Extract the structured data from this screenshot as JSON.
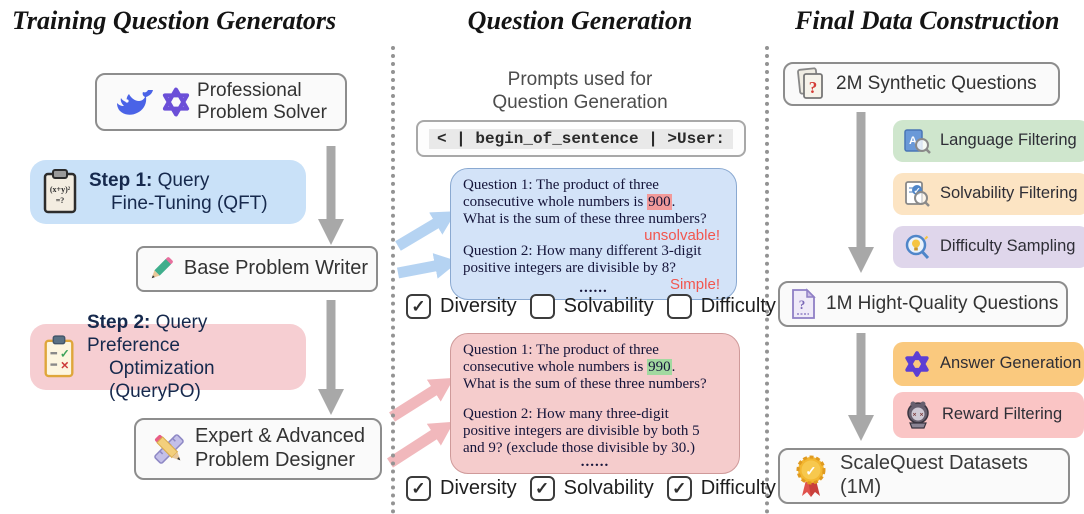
{
  "left": {
    "title": "Training Question Generators",
    "solver_box": {
      "icon1": "deepseek-whale-icon",
      "icon2": "qwen-logo-icon",
      "line1": "Professional",
      "line2": "Problem Solver"
    },
    "step1": {
      "icon": "clipboard-formula-icon",
      "bold": "Step 1:",
      "rest": " Query",
      "line2": "Fine-Tuning (QFT)",
      "bg": "#c9e1f8"
    },
    "writer_box": {
      "icon": "pencil-icon",
      "label": "Base Problem Writer"
    },
    "step2": {
      "icon": "clipboard-checklist-icon",
      "bold": "Step 2:",
      "rest": " Query Preference",
      "line2": "Optimization (QueryPO)",
      "bg": "#f6ced2"
    },
    "designer_box": {
      "icon": "ruler-pencil-icon",
      "line1": "Expert & Advanced",
      "line2": "Problem Designer"
    }
  },
  "middle": {
    "title": "Question Generation",
    "caption_line1": "Prompts used for",
    "caption_line2": "Question Generation",
    "prompt_code": "< | begin_of_sentence | >User:",
    "blue_card": {
      "bg": "#d3e3f8",
      "l1": "Question 1: The product of three",
      "l2a": "consecutive whole numbers is ",
      "l2_highlight": "900",
      "l2b": ".",
      "l3": "What is the sum of these three numbers?",
      "tag1": "unsolvable!",
      "l4": "Question 2: How many different 3-digit",
      "l5": "positive integers are divisible by 8?",
      "tag2": "Simple!",
      "dots": "......"
    },
    "checks_row1": [
      {
        "label": "Diversity",
        "checked": true,
        "mark": "✓"
      },
      {
        "label": "Solvability",
        "checked": false,
        "mark": ""
      },
      {
        "label": "Difficulty",
        "checked": false,
        "mark": ""
      }
    ],
    "pink_card": {
      "bg": "#f5cccc",
      "l1": "Question 1: The product of three",
      "l2a": "consecutive whole numbers is ",
      "l2_highlight": "990",
      "l2b": ".",
      "l3": "What is the sum of these three numbers?",
      "l4": "Question 2: How many three-digit",
      "l5": "positive integers are divisible by both 5",
      "l6": "and 9? (exclude those divisible by 30.)",
      "dots": "......"
    },
    "checks_row2": [
      {
        "label": "Diversity",
        "checked": true,
        "mark": "✓"
      },
      {
        "label": "Solvability",
        "checked": true,
        "mark": "✓"
      },
      {
        "label": "Difficulty",
        "checked": true,
        "mark": "✓"
      }
    ]
  },
  "right": {
    "title": "Final Data Construction",
    "box_2m": {
      "icon": "question-pages-icon",
      "label": "2M Synthetic Questions"
    },
    "filter_pills": [
      {
        "icon": "language-filter-icon",
        "label": "Language Filtering",
        "bg": "#cfe6cd"
      },
      {
        "icon": "solvability-filter-icon",
        "label": "Solvability Filtering",
        "bg": "#fce4c3"
      },
      {
        "icon": "difficulty-sampling-icon",
        "label": "Difficulty Sampling",
        "bg": "#dfd6eb"
      }
    ],
    "box_1m": {
      "icon": "question-page-icon",
      "label": "1M Hight-Quality Questions"
    },
    "gen_pills": [
      {
        "icon": "qwen-logo-icon",
        "label": "Answer Generation",
        "bg": "#fac97e"
      },
      {
        "icon": "reward-mask-icon",
        "label": "Reward Filtering",
        "bg": "#fac5c5"
      }
    ],
    "box_final": {
      "icon": "medal-icon",
      "label": "ScaleQuest Datasets (1M)"
    }
  },
  "colors": {
    "arrow_gray": "#a8a8a8",
    "arrow_blue": "#b5d3f2",
    "arrow_pink": "#f1b8bc",
    "highlight_red": "#f29a9a",
    "highlight_green": "#a2d9a0",
    "tag_red": "#f2564f"
  }
}
